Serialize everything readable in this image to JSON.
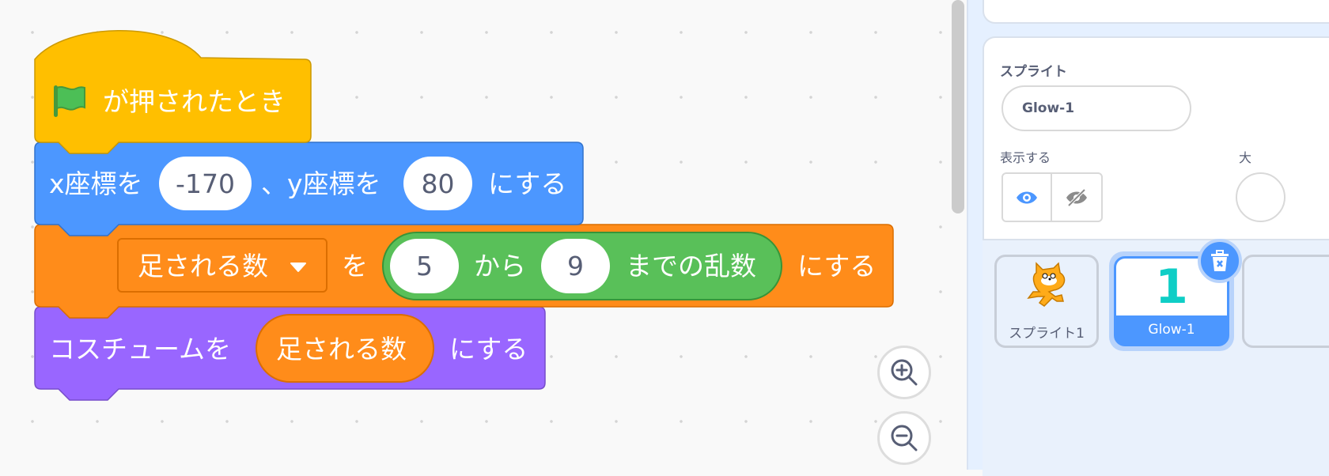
{
  "blocks": {
    "hat": {
      "label": "が押されたとき",
      "icon": "green-flag-icon",
      "color": "#ffbf00"
    },
    "goto": {
      "part1": "x座標を",
      "x": "-170",
      "part2": "、y座標を",
      "y": "80",
      "part3": "にする",
      "color": "#4c97ff"
    },
    "setvar": {
      "variable": "足される数",
      "part1": "を",
      "from": "5",
      "part2": "から",
      "to": "9",
      "part3": "までの乱数",
      "part4": "にする",
      "color": "#ff8c1a",
      "reporter_color": "#59c059"
    },
    "costume": {
      "part1": "コスチュームを",
      "value": "足される数",
      "part2": "にする",
      "color": "#9966ff"
    }
  },
  "sprite_info": {
    "heading": "スプライト",
    "name": "Glow-1",
    "show_label": "表示する",
    "cut_label": "大"
  },
  "sprites": [
    {
      "name": "スプライト1",
      "selected": false
    },
    {
      "name": "Glow-1",
      "selected": true
    }
  ]
}
